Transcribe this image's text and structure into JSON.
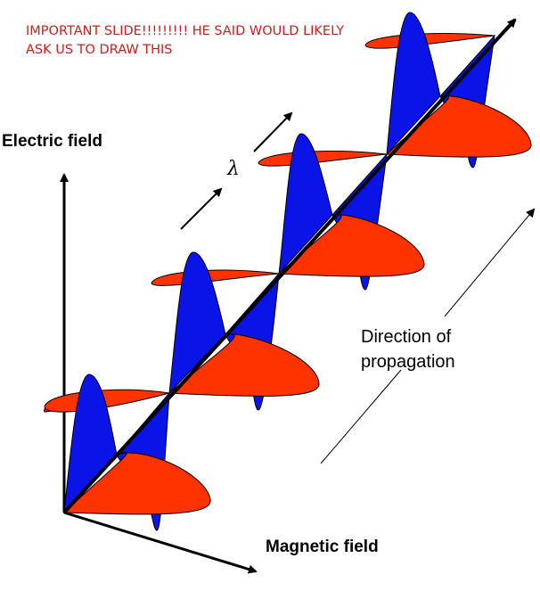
{
  "annotation": {
    "line1": "IMPORTANT SLIDE!!!!!!!!! HE SAID WOULD LIKELY",
    "line2": "ASK US TO DRAW THIS"
  },
  "labels": {
    "electric_field": "Electric field",
    "magnetic_field": "Magnetic field",
    "direction_line1": "Direction of",
    "direction_line2": "propagation",
    "wavelength": "λ"
  },
  "colors": {
    "annotation": "#cc1e1e",
    "electric_wave": "#0a14e6",
    "magnetic_wave": "#ff3300",
    "axes": "#000000"
  }
}
